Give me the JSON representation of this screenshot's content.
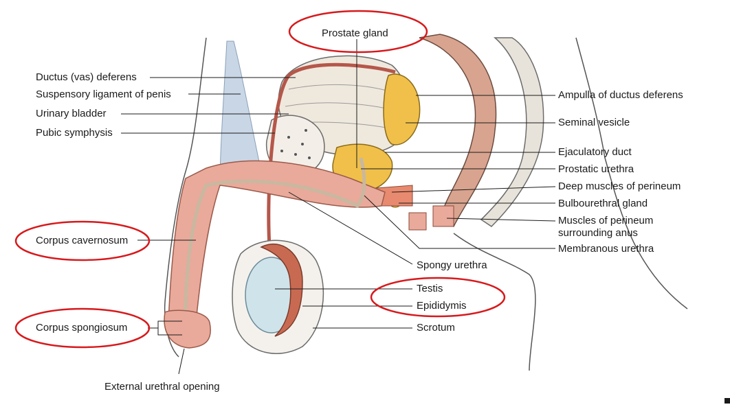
{
  "labels": {
    "prostate_gland": "Prostate gland",
    "ductus_deferens": "Ductus (vas) deferens",
    "suspensory_ligament": "Suspensory ligament of penis",
    "urinary_bladder": "Urinary bladder",
    "pubic_symphysis": "Pubic symphysis",
    "corpus_cavernosum": "Corpus cavernosum",
    "corpus_spongiosum": "Corpus spongiosum",
    "external_urethral_opening": "External urethral opening",
    "ampulla": "Ampulla of ductus deferens",
    "seminal_vesicle": "Seminal vesicle",
    "ejaculatory_duct": "Ejaculatory duct",
    "prostatic_urethra": "Prostatic urethra",
    "deep_muscles": "Deep muscles of perineum",
    "bulbourethral_gland": "Bulbourethral gland",
    "muscles_perineum_line1": "Muscles of perineum",
    "muscles_perineum_line2": "surrounding anus",
    "membranous_urethra": "Membranous urethra",
    "spongy_urethra": "Spongy urethra",
    "testis": "Testis",
    "epididymis": "Epididymis",
    "scrotum": "Scrotum"
  },
  "colors": {
    "highlight_ellipse": "#d7191c",
    "erectile_tissue": "#e9a99b",
    "duct": "#b5574a",
    "prostate": "#f0c04a",
    "testis": "#cfe3ea",
    "ligament": "#c9d6e6"
  }
}
